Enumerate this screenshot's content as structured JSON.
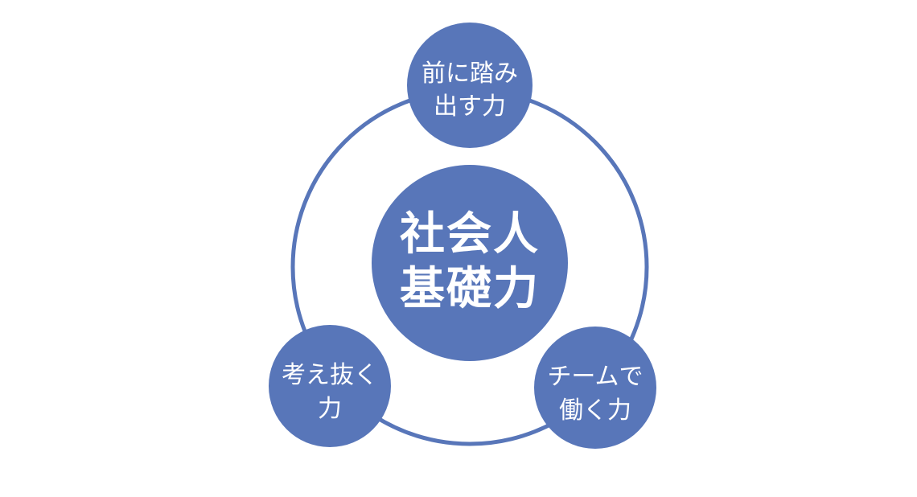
{
  "colors": {
    "accent": "#5876b9",
    "text": "#ffffff",
    "background": "#ffffff"
  },
  "center": {
    "line1": "社会人",
    "line2": "基礎力"
  },
  "top_node": {
    "line1": "前に踏み",
    "line2": "出す力"
  },
  "left_node": {
    "line1": "考え抜く",
    "line2": "力"
  },
  "right_node": {
    "line1": "チームで",
    "line2": "働く力"
  }
}
